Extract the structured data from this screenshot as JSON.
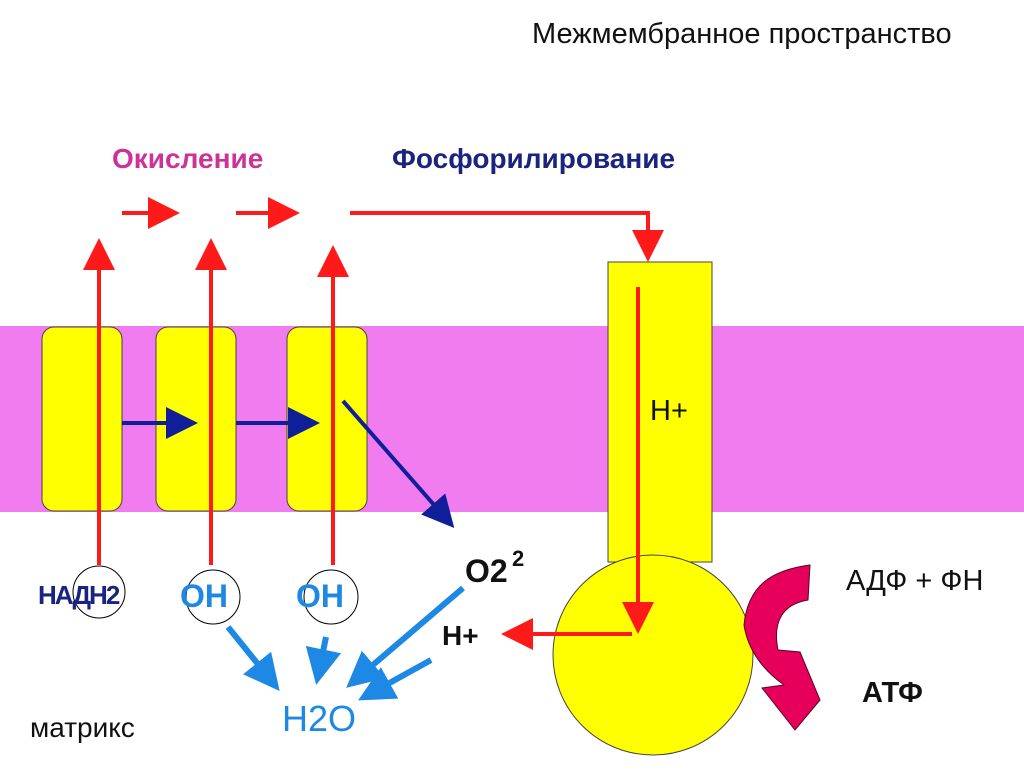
{
  "title": "Межмембранное пространство",
  "oxidation_label": "Окисление",
  "phosphorylation_label": "Фосфорилирование",
  "matrix_label": "матрикс",
  "proton_in_channel": "H+",
  "proton_out": "H+",
  "oxygen": "O2",
  "oxygen_charge": "2",
  "water": "H2O",
  "adp_pi": "АДФ + ФН",
  "atp": "АТФ",
  "overlay_text_1": "НАДН2",
  "overlay_text_2": "OH",
  "overlay_text_3": "OH",
  "colors": {
    "membrane": "#f07cf0",
    "complex": "#ffff00",
    "red_arrow": "#ff1a1a",
    "electron_arrow": "#0f1f99",
    "water_arrow": "#1e88e5",
    "oxidation_text": "#cc3399",
    "phosphorylation_text": "#1a237e",
    "atp_arrow": "#e6005c"
  }
}
